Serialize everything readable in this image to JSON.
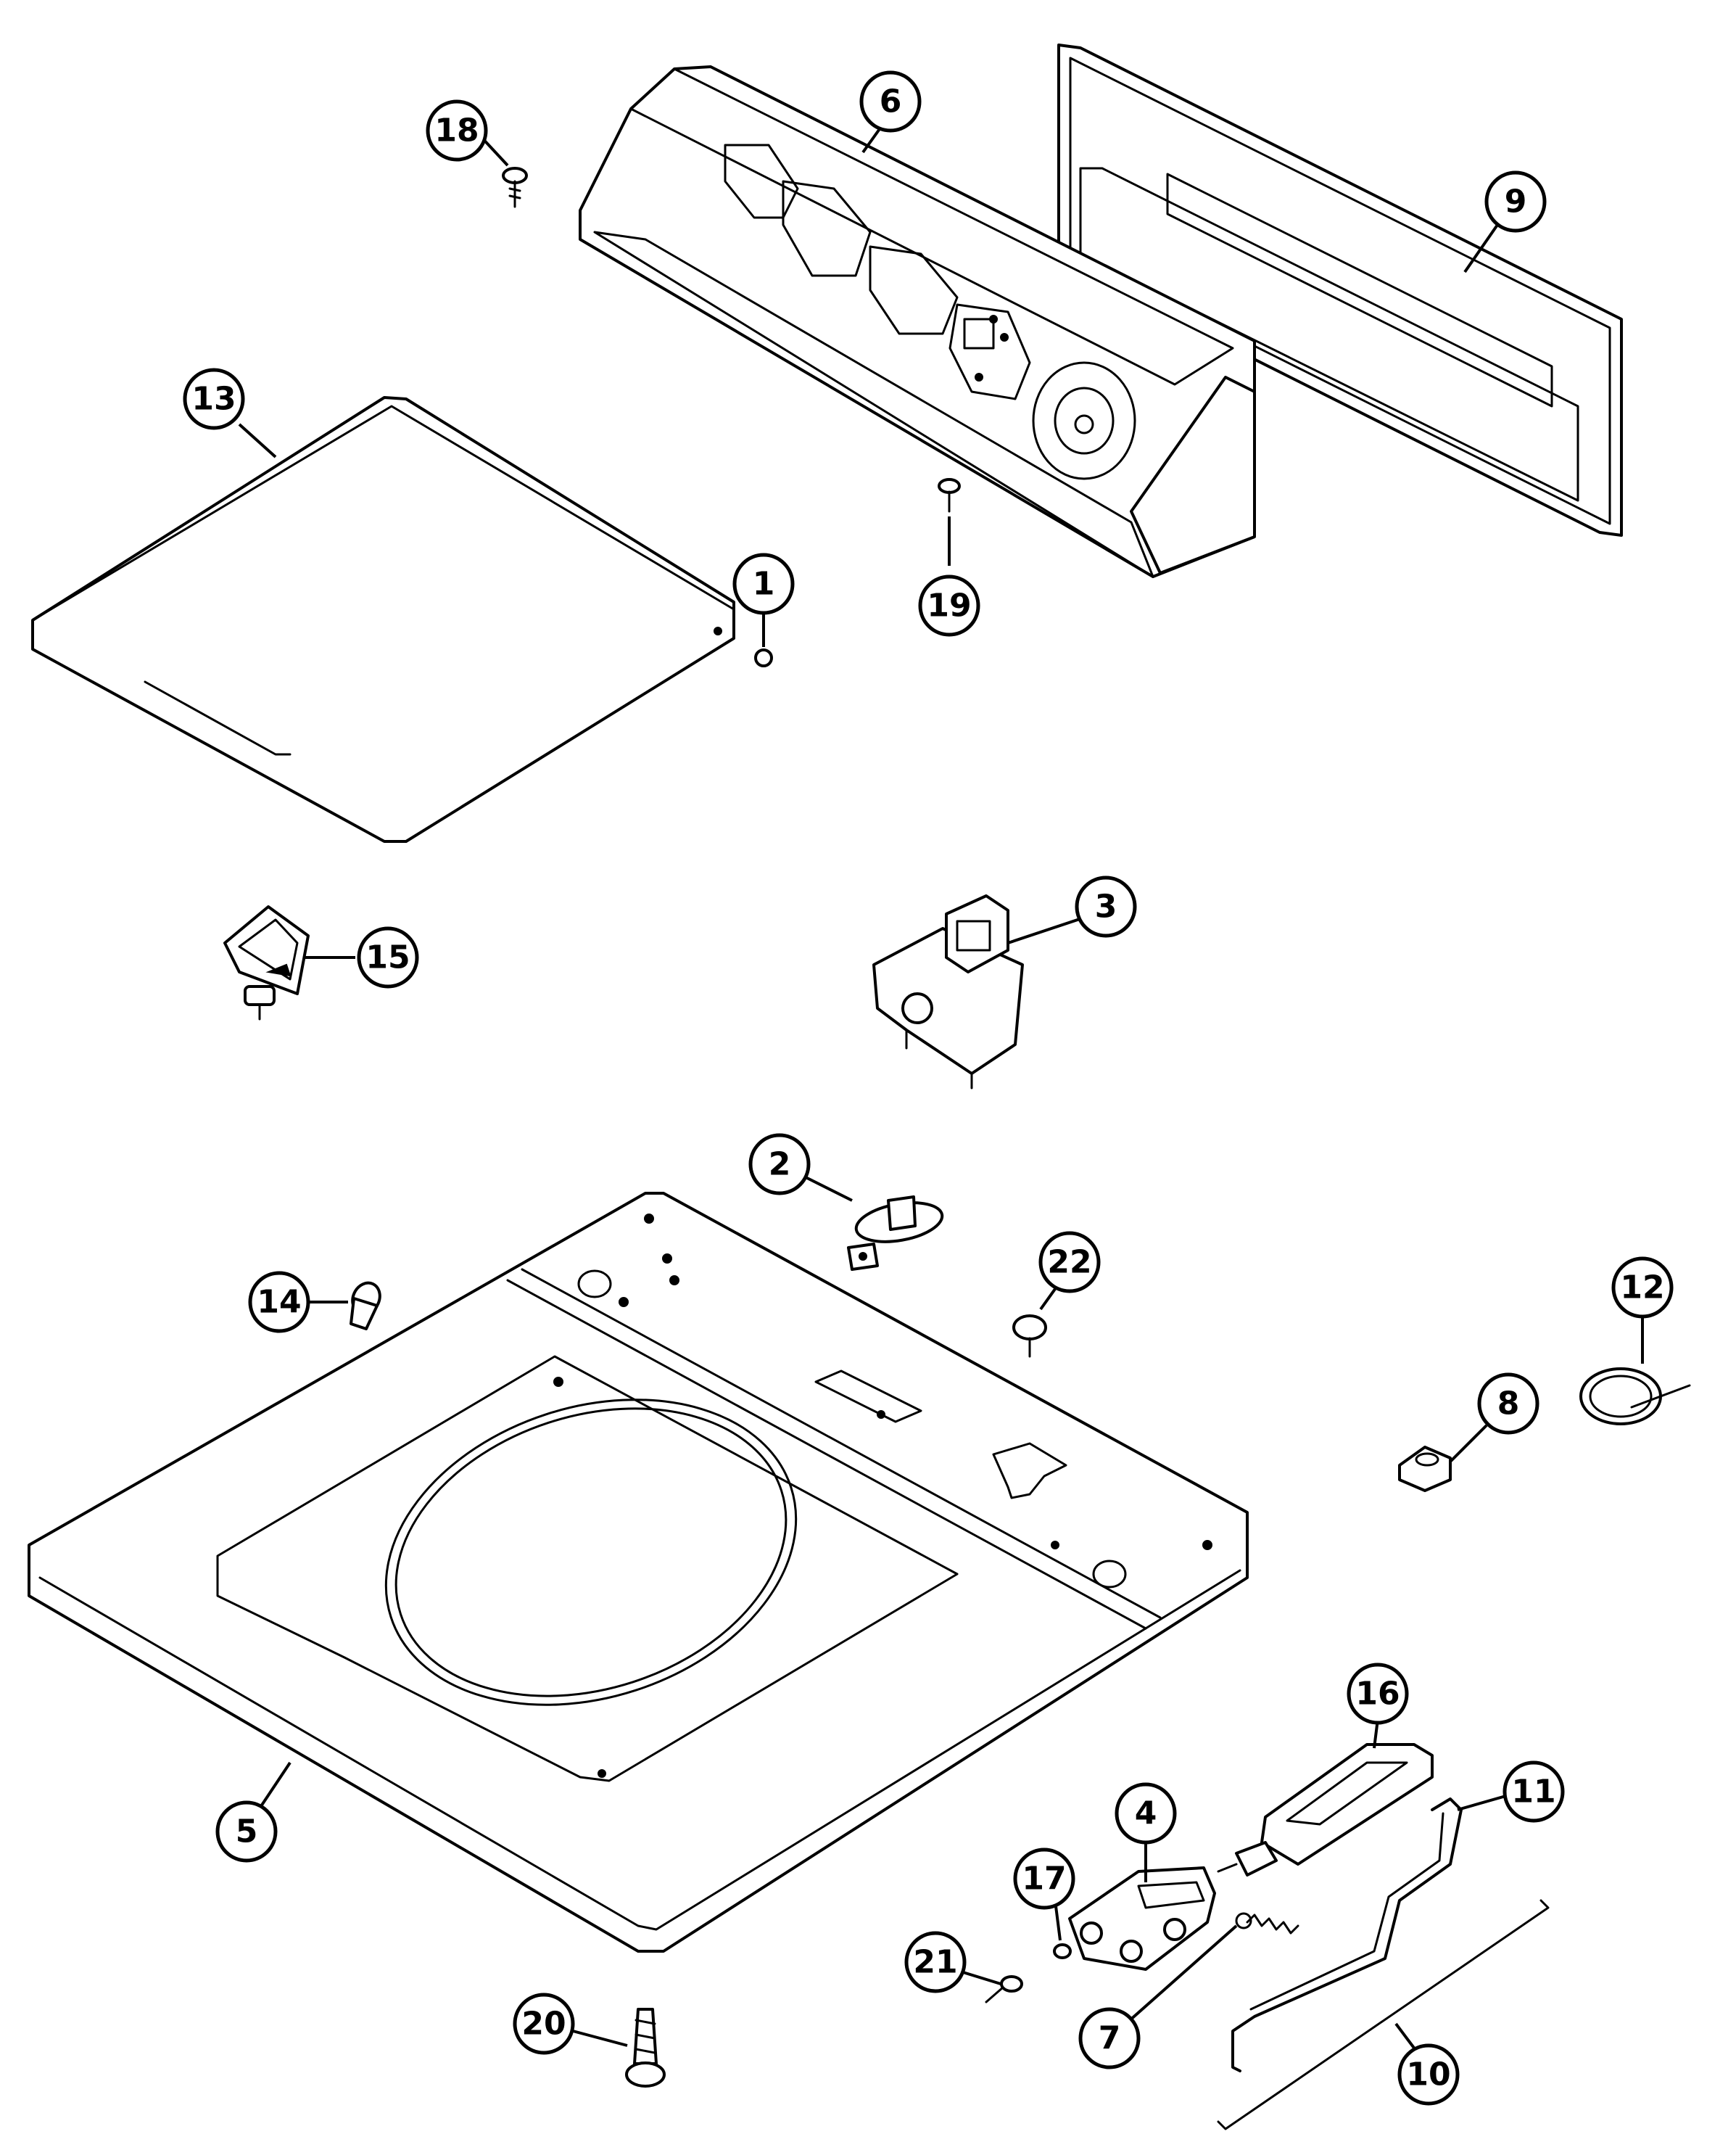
{
  "colors": {
    "ink": "#000000",
    "paper": "#ffffff"
  },
  "callouts": [
    {
      "id": "1",
      "label": "1"
    },
    {
      "id": "2",
      "label": "2"
    },
    {
      "id": "3",
      "label": "3"
    },
    {
      "id": "4",
      "label": "4"
    },
    {
      "id": "5",
      "label": "5"
    },
    {
      "id": "6",
      "label": "6"
    },
    {
      "id": "7",
      "label": "7"
    },
    {
      "id": "8",
      "label": "8"
    },
    {
      "id": "9",
      "label": "9"
    },
    {
      "id": "10",
      "label": "10"
    },
    {
      "id": "11",
      "label": "11"
    },
    {
      "id": "12",
      "label": "12"
    },
    {
      "id": "13",
      "label": "13"
    },
    {
      "id": "14",
      "label": "14"
    },
    {
      "id": "15",
      "label": "15"
    },
    {
      "id": "16",
      "label": "16"
    },
    {
      "id": "17",
      "label": "17"
    },
    {
      "id": "18",
      "label": "18"
    },
    {
      "id": "19",
      "label": "19"
    },
    {
      "id": "20",
      "label": "20"
    },
    {
      "id": "21",
      "label": "21"
    },
    {
      "id": "22",
      "label": "22"
    }
  ]
}
